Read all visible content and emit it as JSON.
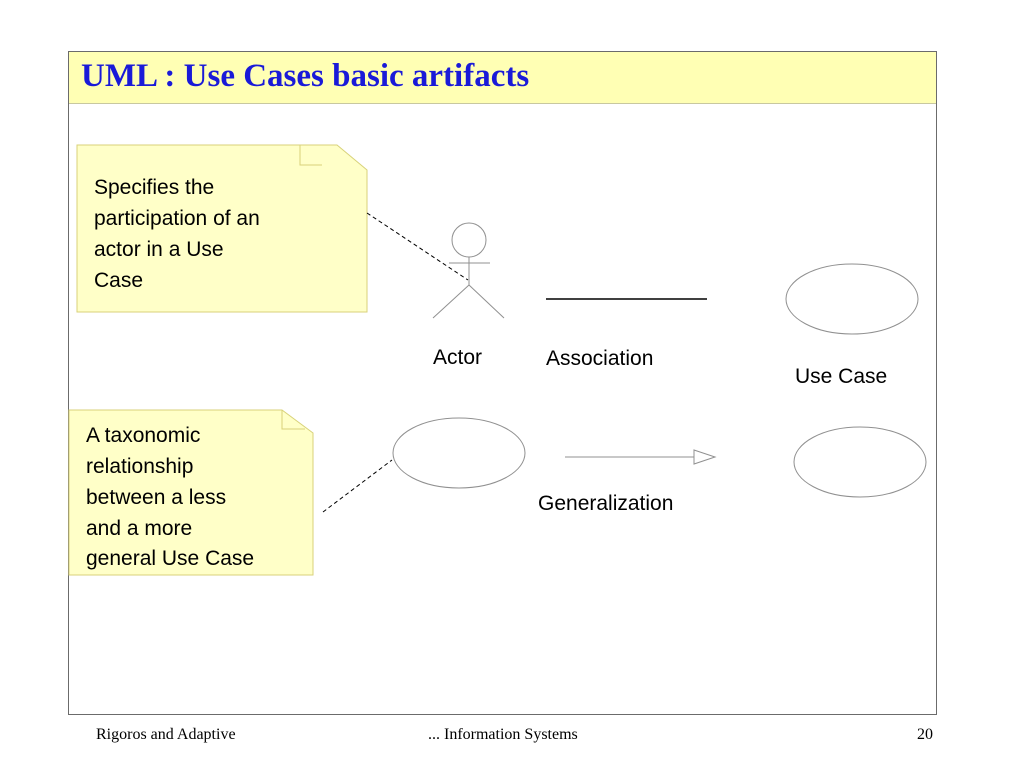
{
  "slide": {
    "title": "UML : Use Cases basic artifacts"
  },
  "diagram": {
    "notes": [
      {
        "lines": [
          "Specifies the",
          "participation of an",
          "actor in a Use",
          "Case"
        ]
      },
      {
        "lines": [
          "A taxonomic",
          "relationship",
          "between a less",
          "and a more",
          "general Use Case"
        ]
      }
    ],
    "labels": {
      "actor": "Actor",
      "association": "Association",
      "use_case": "Use Case",
      "generalization": "Generalization"
    },
    "colors": {
      "note_fill": "#ffffc8",
      "note_border": "#d8d27a",
      "title_bar": "#ffffb4",
      "title_text": "#1a1ad8",
      "shape_stroke": "#909090"
    }
  },
  "footer": {
    "left": "Rigoros and Adaptive",
    "center": "... Information Systems",
    "page": "20"
  }
}
